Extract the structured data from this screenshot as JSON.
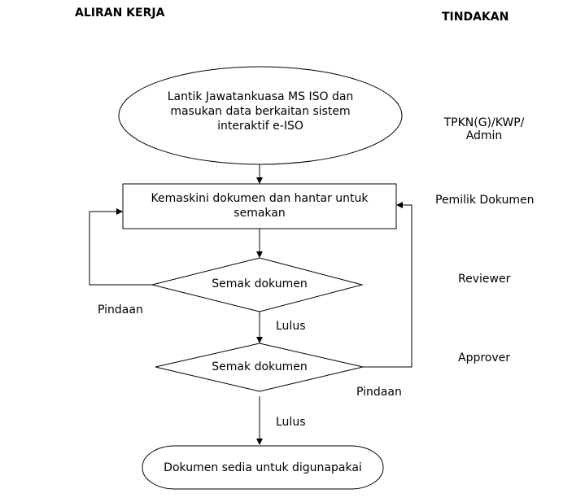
{
  "headers": {
    "workflow": "ALIRAN KERJA",
    "action": "TINDAKAN"
  },
  "flow": {
    "start": "Lantik Jawatankuasa MS ISO dan masukan data berkaitan sistem interaktif e-ISO",
    "start_lines": [
      "Lantik Jawatankuasa MS ISO dan",
      "masukan data berkaitan sistem",
      "interaktif e-ISO"
    ],
    "update": "Kemaskini dokumen dan hantar untuk semakan",
    "update_lines": [
      "Kemaskini dokumen dan hantar untuk",
      "semakan"
    ],
    "review": "Semak dokumen",
    "approve": "Semak dokumen",
    "end": "Dokumen sedia untuk digunapakai"
  },
  "edge_labels": {
    "review_pass": "Lulus",
    "review_amend": "Pindaan",
    "approve_pass": "Lulus",
    "approve_amend": "Pindaan"
  },
  "actions": {
    "start_line1": "TPKN(G)/KWP/",
    "start_line2": "Admin",
    "update": "Pemilik Dokumen",
    "review": "Reviewer",
    "approve": "Approver"
  }
}
